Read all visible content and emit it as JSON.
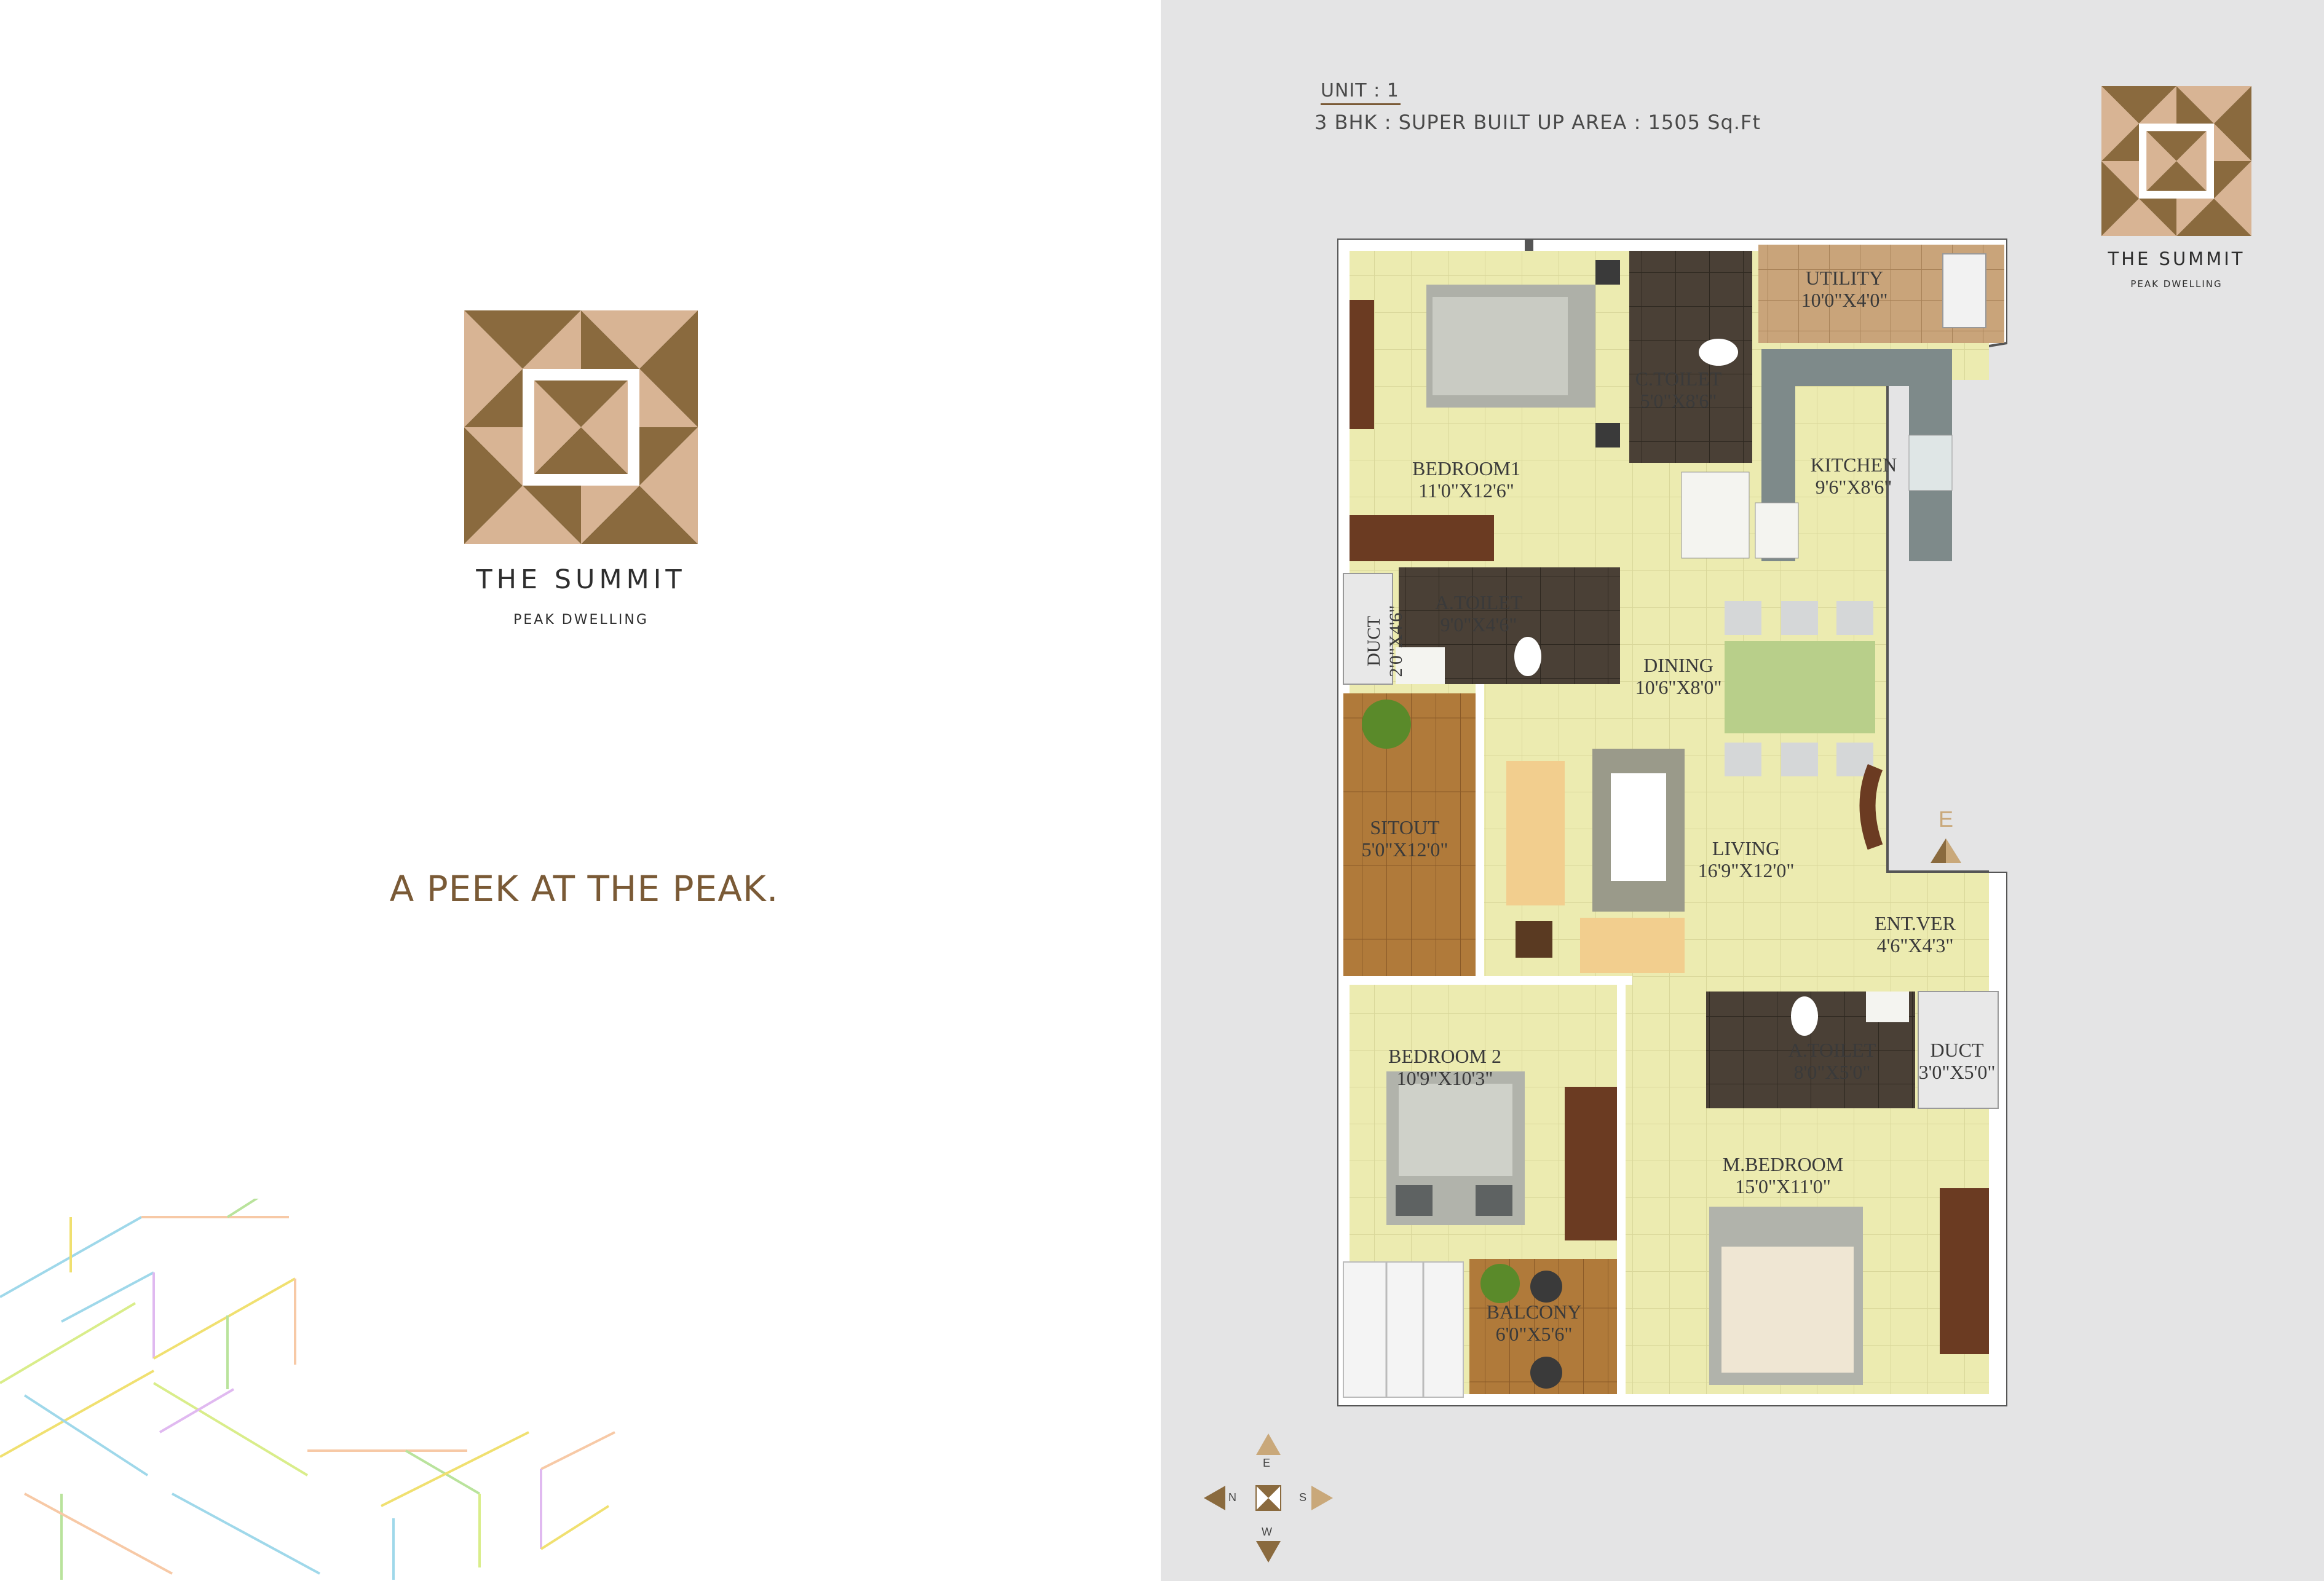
{
  "brand": {
    "name": "THE SUMMIT",
    "subtitle": "PEAK DWELLING",
    "tagline": "A PEEK AT THE PEAK."
  },
  "unit": {
    "title": "UNIT : 1",
    "area": "3 BHK :  SUPER BUILT UP AREA : 1505 Sq.Ft"
  },
  "rooms": {
    "bedroom1": {
      "name": "BEDROOM1",
      "size": "11'0\"X12'6\""
    },
    "c_toilet": {
      "name": "C.TOILET",
      "size": "5'0\"X8'6\""
    },
    "utility": {
      "name": "UTILITY",
      "size": "10'0\"X4'0\""
    },
    "kitchen": {
      "name": "KITCHEN",
      "size": "9'6\"X8'6\""
    },
    "a_toilet_1": {
      "name": "A.TOILET",
      "size": "9'0\"X4'6\""
    },
    "duct_1": {
      "name": "DUCT",
      "size": "2'0\"X4'6\""
    },
    "dining": {
      "name": "DINING",
      "size": "10'6\"X8'0\""
    },
    "sitout": {
      "name": "SITOUT",
      "size": "5'0\"X12'0\""
    },
    "living": {
      "name": "LIVING",
      "size": "16'9\"X12'0\""
    },
    "ent_ver": {
      "name": "ENT.VER",
      "size": "4'6\"X4'3\""
    },
    "bedroom2": {
      "name": "BEDROOM 2",
      "size": "10'9\"X10'3\""
    },
    "a_toilet_2": {
      "name": "A.TOILET",
      "size": "8'0\"X5'0\""
    },
    "duct_2": {
      "name": "DUCT",
      "size": "3'0\"X5'0\""
    },
    "m_bedroom": {
      "name": "M.BEDROOM",
      "size": "15'0\"X11'0\""
    },
    "balcony": {
      "name": "BALCONY",
      "size": "6'0\"X5'6\""
    }
  },
  "compass": {
    "e": "E",
    "n": "N",
    "s": "S",
    "w": "W",
    "entrance": "E"
  },
  "colors": {
    "brand_brown": "#7a5a36",
    "brand_tan": "#d8b494",
    "tagline": "#7a5a36",
    "panel": "#e4e4e5"
  }
}
